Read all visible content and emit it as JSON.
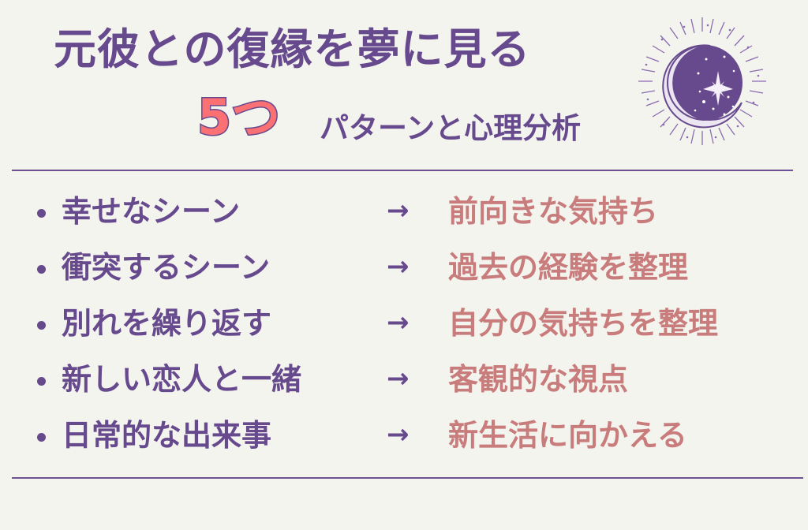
{
  "header": {
    "title": "元彼との復縁を夢に見る",
    "count": "5つ",
    "subtitle": "パターンと心理分析",
    "icon": "crescent-moon-star-icon"
  },
  "colors": {
    "background": "#f4f4ef",
    "primary": "#674a8d",
    "accent": "#fb7173",
    "meaning": "#c97c7c"
  },
  "patterns": [
    {
      "scene": "幸せなシーン",
      "arrow": "→",
      "meaning": "前向きな気持ち"
    },
    {
      "scene": "衝突するシーン",
      "arrow": "→",
      "meaning": "過去の経験を整理"
    },
    {
      "scene": "別れを繰り返す",
      "arrow": "→",
      "meaning": "自分の気持ちを整理"
    },
    {
      "scene": "新しい恋人と一緒",
      "arrow": "→",
      "meaning": "客観的な視点"
    },
    {
      "scene": "日常的な出来事",
      "arrow": "→",
      "meaning": "新生活に向かえる"
    }
  ]
}
